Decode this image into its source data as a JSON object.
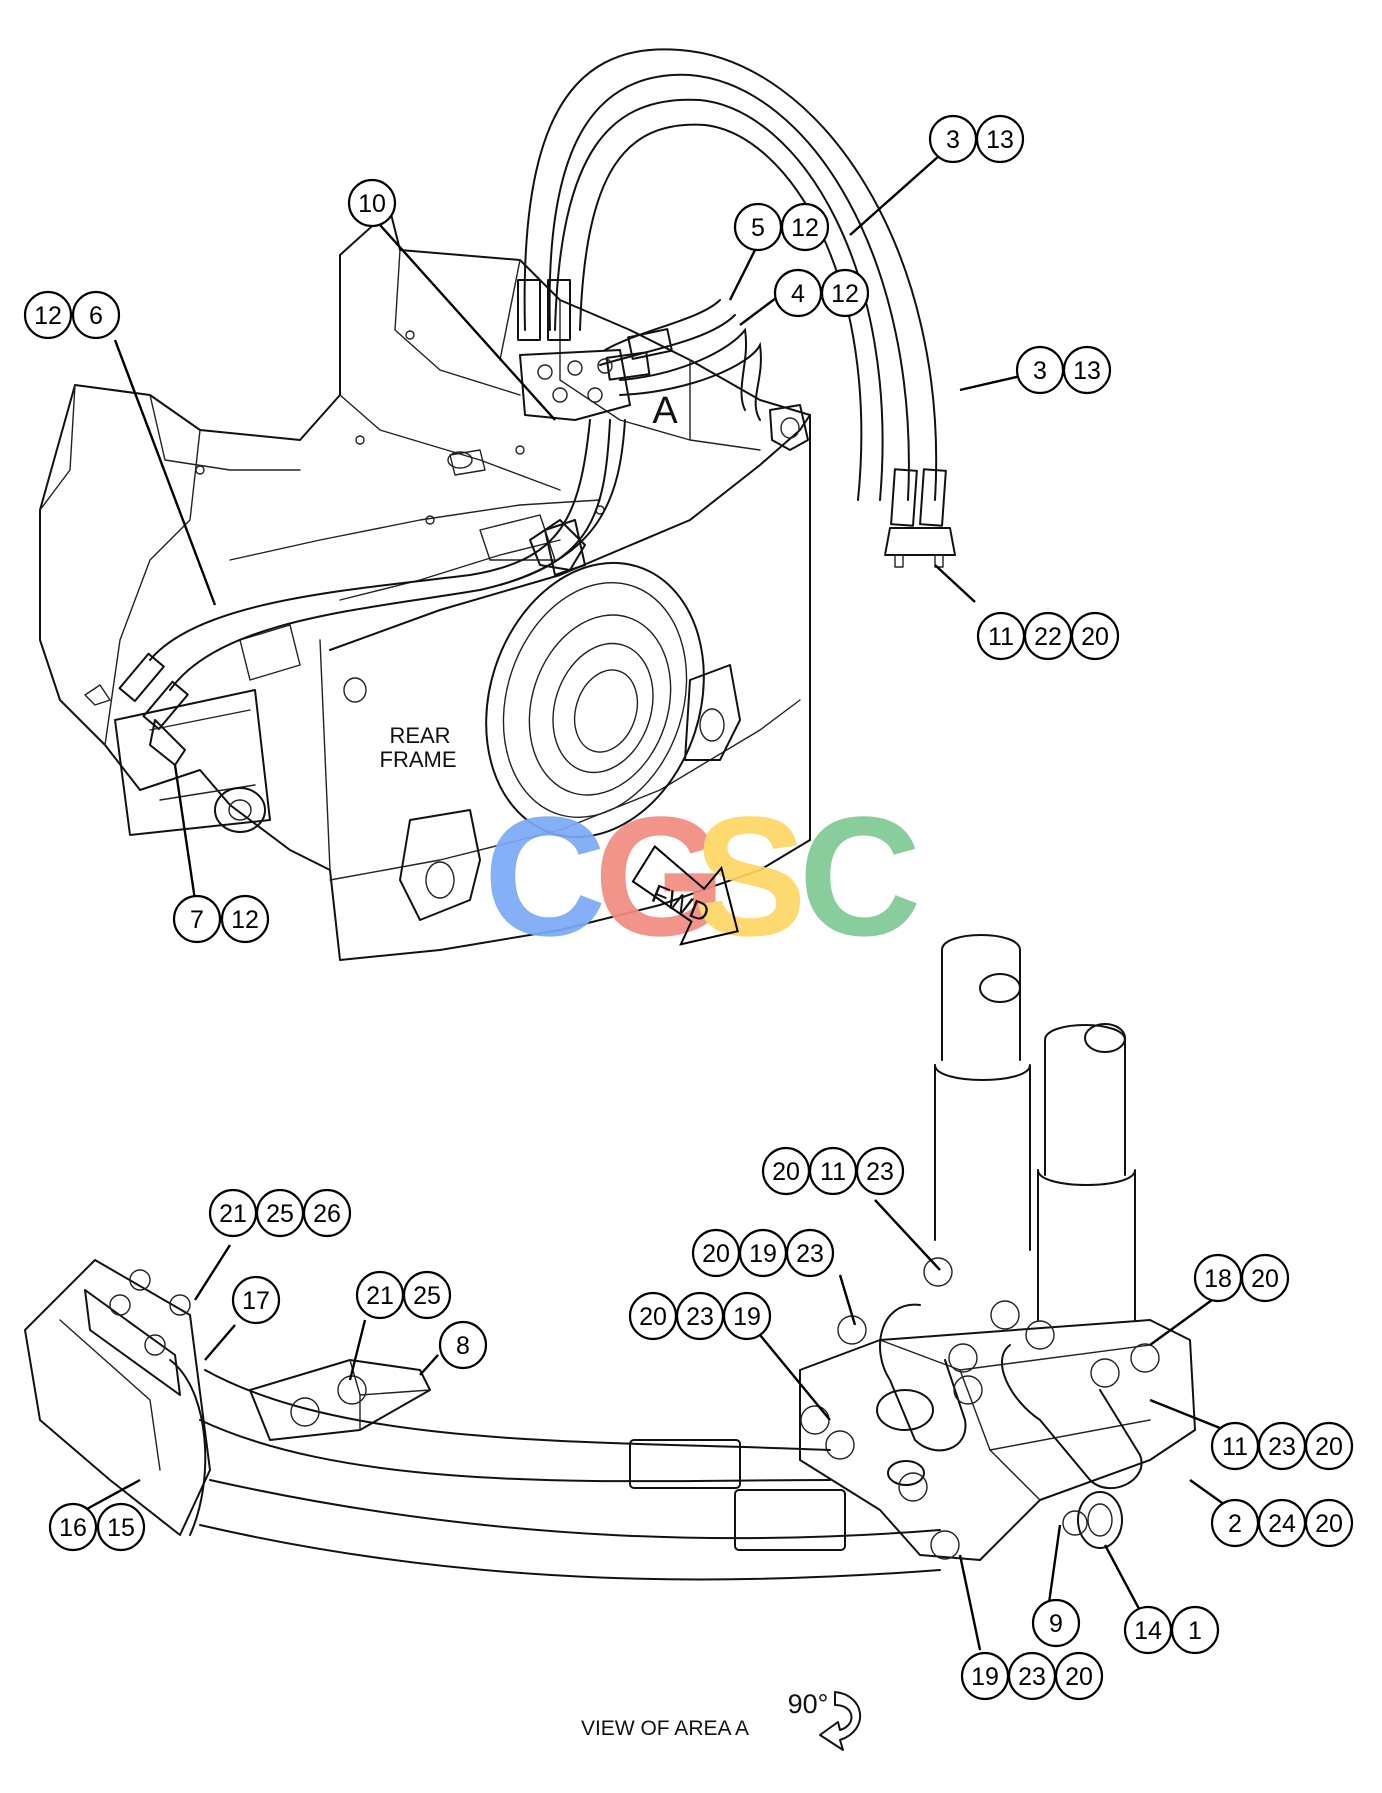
{
  "labels": {
    "area": "A",
    "rear_frame_line1": "REAR",
    "rear_frame_line2": "FRAME",
    "fwd_arrow": "FWD",
    "view_caption": "VIEW OF AREA A",
    "rotation": "90°"
  },
  "watermark": {
    "letters": [
      "C",
      "G",
      "S",
      "C"
    ],
    "colors": [
      "#7baaf7",
      "#f28b82",
      "#fdd663",
      "#81c995"
    ]
  },
  "callouts": {
    "c_10": [
      "10"
    ],
    "c_3_13_top": [
      "3",
      "13"
    ],
    "c_5_12": [
      "5",
      "12"
    ],
    "c_4_12": [
      "4",
      "12"
    ],
    "c_12_6": [
      "12",
      "6"
    ],
    "c_3_13_mid": [
      "3",
      "13"
    ],
    "c_11_22_20": [
      "11",
      "22",
      "20"
    ],
    "c_7_12": [
      "7",
      "12"
    ],
    "c_20_11_23": [
      "20",
      "11",
      "23"
    ],
    "c_21_25_26": [
      "21",
      "25",
      "26"
    ],
    "c_20_19_23": [
      "20",
      "19",
      "23"
    ],
    "c_18_20": [
      "18",
      "20"
    ],
    "c_17": [
      "17"
    ],
    "c_21_25": [
      "21",
      "25"
    ],
    "c_20_23_19": [
      "20",
      "23",
      "19"
    ],
    "c_8": [
      "8"
    ],
    "c_11_23_20": [
      "11",
      "23",
      "20"
    ],
    "c_2_24_20": [
      "2",
      "24",
      "20"
    ],
    "c_16_15": [
      "16",
      "15"
    ],
    "c_9": [
      "9"
    ],
    "c_14_1": [
      "14",
      "1"
    ],
    "c_19_23_20": [
      "19",
      "23",
      "20"
    ]
  }
}
